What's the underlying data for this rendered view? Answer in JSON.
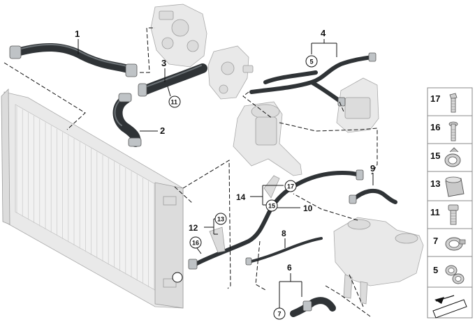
{
  "callouts": {
    "c1": "1",
    "c2": "2",
    "c3": "3",
    "c4": "4",
    "c5": "5",
    "c6": "6",
    "c7": "7",
    "c8": "8",
    "c9": "9",
    "c10": "10",
    "c11": "11",
    "c12": "12",
    "c13": "13",
    "c14": "14",
    "c15": "15",
    "c16": "16",
    "c17": "17"
  },
  "legend": {
    "items": [
      {
        "label": "17",
        "icon": "bolt-icon"
      },
      {
        "label": "16",
        "icon": "bolt-long-icon"
      },
      {
        "label": "15",
        "icon": "hose-clip-icon"
      },
      {
        "label": "13",
        "icon": "sleeve-icon"
      },
      {
        "label": "11",
        "icon": "socket-screw-icon"
      },
      {
        "label": "7",
        "icon": "clamp-icon"
      },
      {
        "label": "5",
        "icon": "double-clip-icon"
      }
    ],
    "footer_icon": "arrow-symbol-icon"
  },
  "colors": {
    "hose": "#2f3336",
    "ghost_part": "#e9e9e9",
    "line": "#111111",
    "frame_border": "#8a8a8a"
  }
}
